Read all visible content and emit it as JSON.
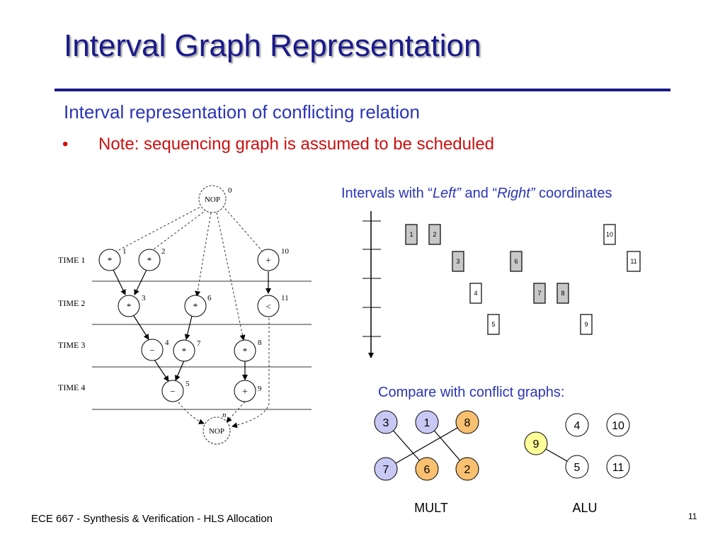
{
  "slide": {
    "title": "Interval Graph Representation",
    "subtitle": "Interval representation of conflicting relation",
    "bullet": "Note: sequencing graph is assumed to be scheduled",
    "bullet_marker": "•",
    "footer": "ECE 667 - Synthesis & Verification - HLS Allocation",
    "page_number": "11",
    "colors": {
      "title": "#1a1a8c",
      "subtitle": "#2a35b8",
      "bullet": "#cc1010",
      "mult_blue": "#c8c8f5",
      "mult_orange": "#f8c070",
      "alu_yellow": "#ffff99"
    }
  },
  "sequencing_graph": {
    "time_labels": [
      "TIME 1",
      "TIME 2",
      "TIME 3",
      "TIME 4"
    ],
    "source": {
      "label": "NOP",
      "index": "0"
    },
    "sink": {
      "label": "NOP",
      "index": "n"
    },
    "ops": [
      {
        "id": "1",
        "symbol": "*"
      },
      {
        "id": "2",
        "symbol": "*"
      },
      {
        "id": "10",
        "symbol": "+"
      },
      {
        "id": "3",
        "symbol": "*"
      },
      {
        "id": "6",
        "symbol": "*"
      },
      {
        "id": "11",
        "symbol": "<"
      },
      {
        "id": "4",
        "symbol": "−"
      },
      {
        "id": "7",
        "symbol": "*"
      },
      {
        "id": "8",
        "symbol": "*"
      },
      {
        "id": "5",
        "symbol": "−"
      },
      {
        "id": "9",
        "symbol": "+"
      }
    ]
  },
  "intervals": {
    "caption_pre": "Intervals with “",
    "caption_left": "Left”",
    "caption_mid": " and “",
    "caption_right": "Right”",
    "caption_post": " coordinates",
    "boxes": [
      {
        "id": "1",
        "type": "mult"
      },
      {
        "id": "2",
        "type": "mult"
      },
      {
        "id": "10",
        "type": "alu"
      },
      {
        "id": "3",
        "type": "mult"
      },
      {
        "id": "6",
        "type": "mult"
      },
      {
        "id": "11",
        "type": "alu"
      },
      {
        "id": "4",
        "type": "alu"
      },
      {
        "id": "7",
        "type": "mult"
      },
      {
        "id": "8",
        "type": "mult"
      },
      {
        "id": "5",
        "type": "alu"
      },
      {
        "id": "9",
        "type": "alu"
      }
    ]
  },
  "conflict_graphs": {
    "caption": "Compare with conflict graphs:",
    "mult": {
      "label": "MULT",
      "nodes": [
        {
          "id": "3",
          "color": "blue"
        },
        {
          "id": "1",
          "color": "blue"
        },
        {
          "id": "8",
          "color": "orange"
        },
        {
          "id": "7",
          "color": "blue"
        },
        {
          "id": "6",
          "color": "orange"
        },
        {
          "id": "2",
          "color": "orange"
        }
      ],
      "edges": [
        [
          "3",
          "6"
        ],
        [
          "1",
          "2"
        ],
        [
          "8",
          "7"
        ]
      ]
    },
    "alu": {
      "label": "ALU",
      "nodes": [
        {
          "id": "4",
          "color": "white"
        },
        {
          "id": "10",
          "color": "white"
        },
        {
          "id": "9",
          "color": "yellow"
        },
        {
          "id": "5",
          "color": "white"
        },
        {
          "id": "11",
          "color": "white"
        }
      ],
      "edges": [
        [
          "9",
          "5"
        ]
      ]
    }
  }
}
